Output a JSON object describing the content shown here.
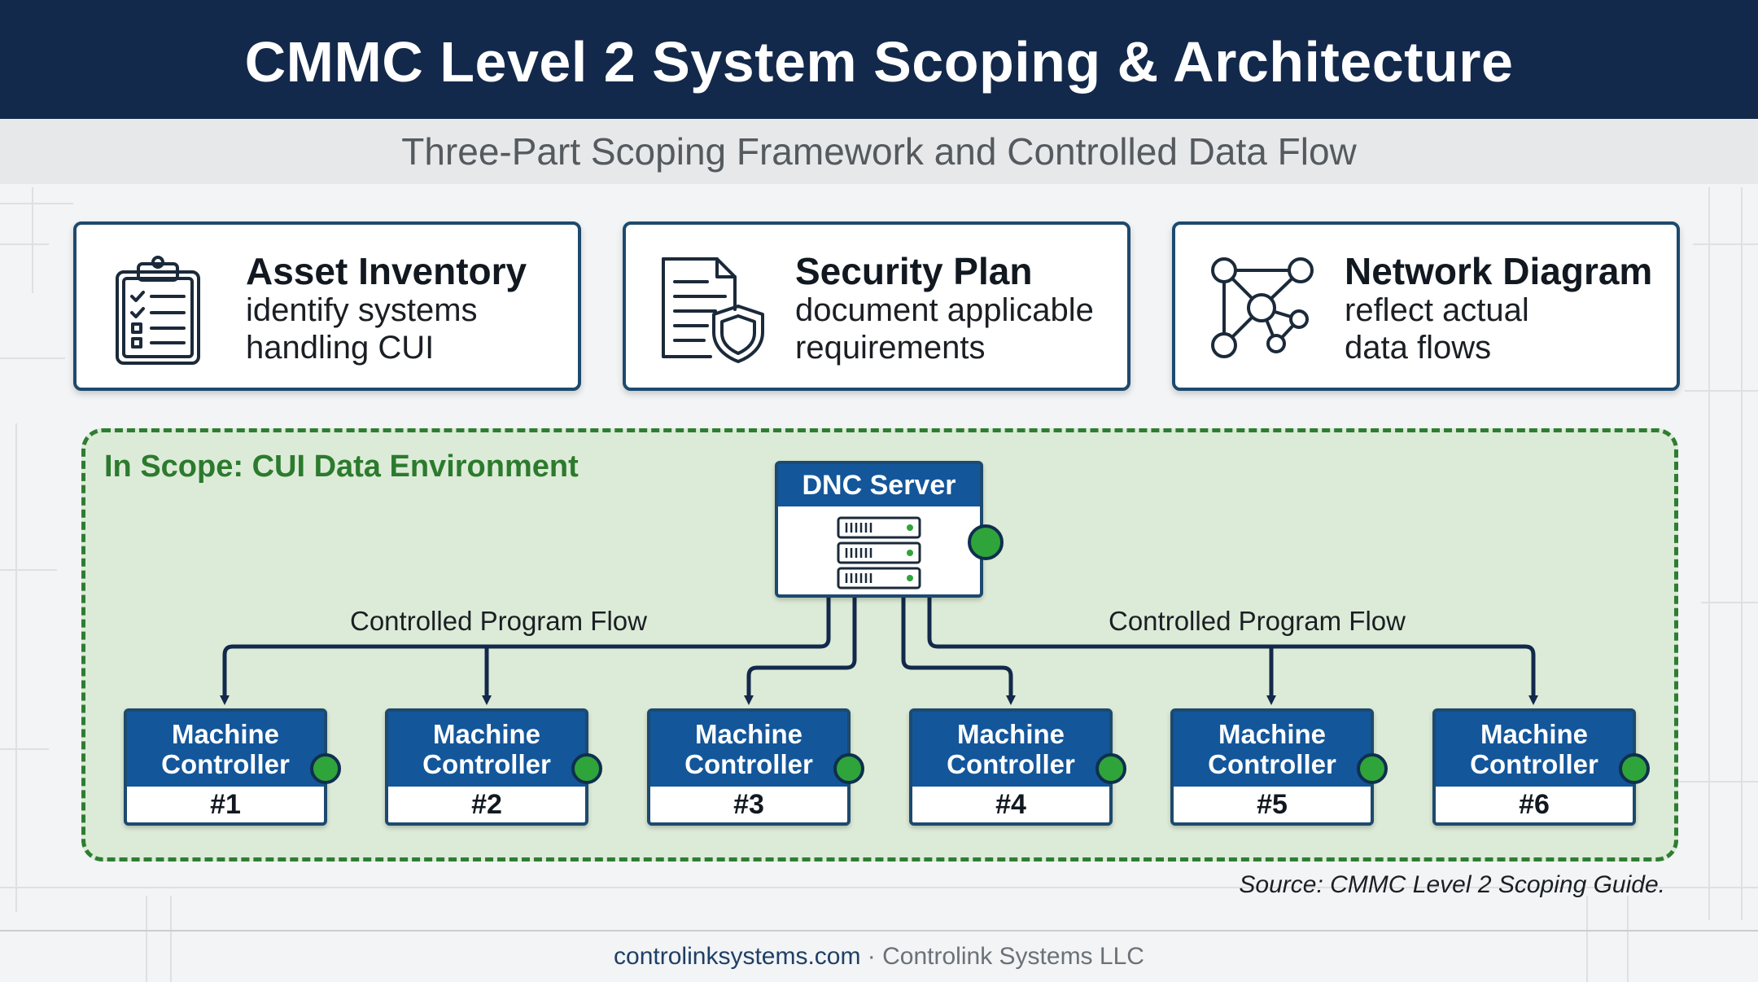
{
  "header": {
    "title": "CMMC Level 2 System Scoping & Architecture"
  },
  "subheader": {
    "text": "Three-Part Scoping Framework and Controlled Data Flow"
  },
  "cards": [
    {
      "title": "Asset Inventory",
      "line1": "identify systems",
      "line2": "handling CUI",
      "icon": "clipboard-checklist-icon"
    },
    {
      "title": "Security Plan",
      "line1": "document applicable",
      "line2": "requirements",
      "icon": "document-shield-icon"
    },
    {
      "title": "Network Diagram",
      "line1": "reflect actual",
      "line2": "data flows",
      "icon": "network-nodes-icon"
    }
  ],
  "scope": {
    "label": "In Scope: CUI Data Environment"
  },
  "dnc": {
    "label": "DNC Server",
    "icon": "server-rack-icon"
  },
  "flows": {
    "left": "Controlled Program Flow",
    "right": "Controlled Program Flow"
  },
  "controllers": [
    {
      "line1": "Machine",
      "line2": "Controller",
      "number": "#1"
    },
    {
      "line1": "Machine",
      "line2": "Controller",
      "number": "#2"
    },
    {
      "line1": "Machine",
      "line2": "Controller",
      "number": "#3"
    },
    {
      "line1": "Machine",
      "line2": "Controller",
      "number": "#4"
    },
    {
      "line1": "Machine",
      "line2": "Controller",
      "number": "#5"
    },
    {
      "line1": "Machine",
      "line2": "Controller",
      "number": "#6"
    }
  ],
  "source": "Source: CMMC Level 2 Scoping Guide.",
  "footer": {
    "site": "controlinksystems.com",
    "separator": " · ",
    "company": "Controlink Systems LLC"
  },
  "colors": {
    "header_bg": "#13294b",
    "accent_blue": "#13569a",
    "scope_green": "#2e7d32",
    "status_green": "#2fa43a"
  }
}
